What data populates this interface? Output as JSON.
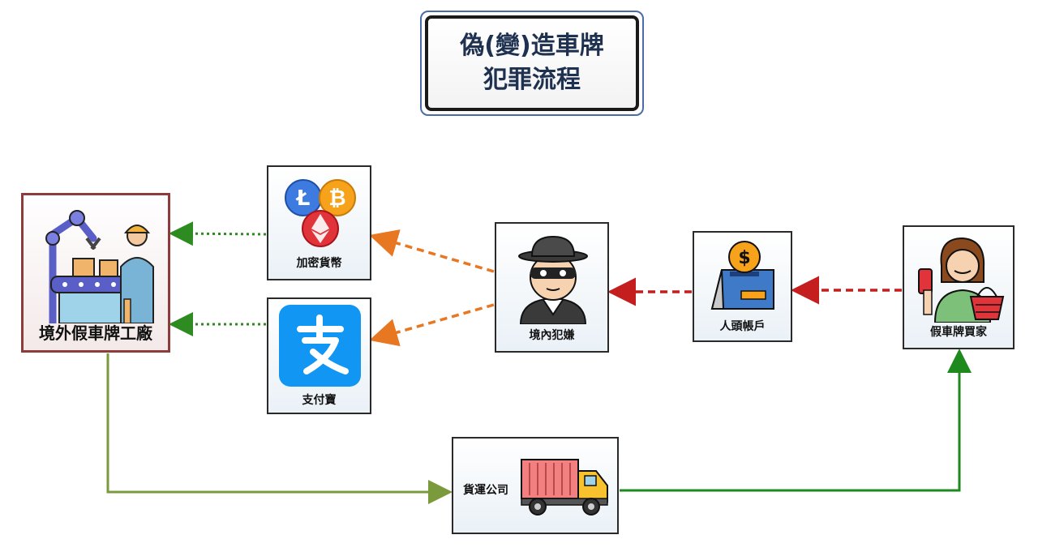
{
  "title": {
    "line1": "偽(變)造車牌",
    "line2": "犯罪流程"
  },
  "nodes": {
    "factory": "境外假車牌工廠",
    "crypto": "加密貨幣",
    "alipay": "支付寶",
    "suspect": "境內犯嫌",
    "account": "人頭帳戶",
    "buyer": "假車牌買家",
    "freight": "貨運公司"
  },
  "icons": {
    "factory": "factory-worker-robot-arm-icon",
    "crypto": "cryptocurrency-coins-icon",
    "alipay": "alipay-logo-icon",
    "suspect": "masked-criminal-icon",
    "account": "bank-account-dollar-icon",
    "buyer": "shopper-with-basket-icon",
    "freight": "cargo-truck-icon"
  },
  "colors": {
    "payment_flow": "#e87722",
    "money_flow": "#c41e1e",
    "crypto_to_factory": "#2e8b22",
    "shipping_out": "#7a9a3c",
    "shipping_in": "#1e8a1e",
    "factory_border": "#8e3b3b",
    "title_text": "#1f3150"
  }
}
